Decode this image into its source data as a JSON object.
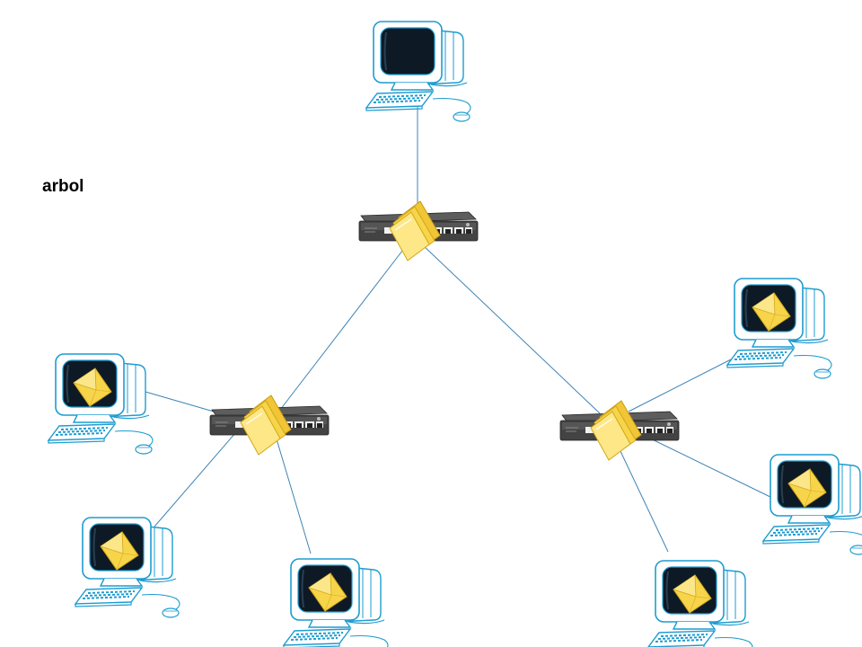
{
  "title": "arbol",
  "colors": {
    "link": "#3f84b4",
    "monitor_outline": "#1e9cd0",
    "screen": "#0d1a26",
    "switch_body": "#3f3f3f",
    "switch_front": "#575757",
    "folder": "#f7d54a",
    "folder_edge": "#d4a618"
  },
  "nodes": [
    {
      "id": "pc-top",
      "kind": "computer",
      "icon": "computer-icon",
      "envelope": false
    },
    {
      "id": "switch-root",
      "kind": "switch",
      "icon": "switch-icon",
      "folder": true
    },
    {
      "id": "switch-left",
      "kind": "switch",
      "icon": "switch-icon",
      "folder": true
    },
    {
      "id": "switch-right",
      "kind": "switch",
      "icon": "switch-icon",
      "folder": true
    },
    {
      "id": "pc-left-upper",
      "kind": "computer",
      "icon": "computer-icon",
      "envelope": true
    },
    {
      "id": "pc-left-lower",
      "kind": "computer",
      "icon": "computer-icon",
      "envelope": true
    },
    {
      "id": "pc-bottom-center",
      "kind": "computer",
      "icon": "computer-icon",
      "envelope": true
    },
    {
      "id": "pc-right-upper",
      "kind": "computer",
      "icon": "computer-icon",
      "envelope": true
    },
    {
      "id": "pc-right-middle",
      "kind": "computer",
      "icon": "computer-icon",
      "envelope": true
    },
    {
      "id": "pc-bottom-right",
      "kind": "computer",
      "icon": "computer-icon",
      "envelope": true
    }
  ],
  "links": [
    {
      "from": "pc-top",
      "to": "switch-root"
    },
    {
      "from": "switch-root",
      "to": "switch-left"
    },
    {
      "from": "switch-root",
      "to": "switch-right"
    },
    {
      "from": "switch-left",
      "to": "pc-left-upper"
    },
    {
      "from": "switch-left",
      "to": "pc-left-lower"
    },
    {
      "from": "switch-left",
      "to": "pc-bottom-center"
    },
    {
      "from": "switch-right",
      "to": "pc-right-upper"
    },
    {
      "from": "switch-right",
      "to": "pc-right-middle"
    },
    {
      "from": "switch-right",
      "to": "pc-bottom-right"
    }
  ]
}
